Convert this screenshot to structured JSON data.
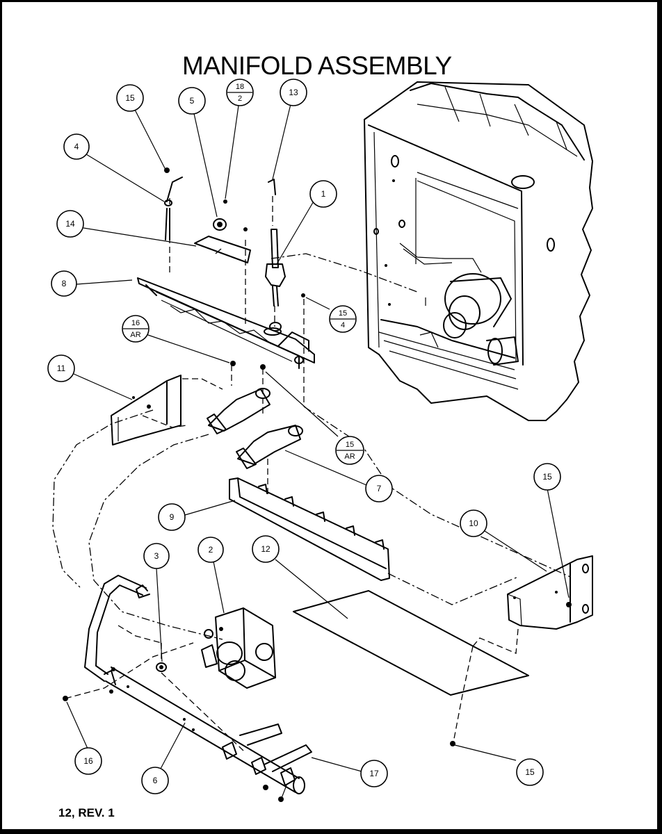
{
  "title": "MANIFOLD ASSEMBLY",
  "footer": "12, REV. 1",
  "callouts": [
    {
      "id": "c15a",
      "label": "15"
    },
    {
      "id": "c5",
      "label": "5"
    },
    {
      "id": "c18",
      "top": "18",
      "bottom": "2"
    },
    {
      "id": "c13",
      "label": "13"
    },
    {
      "id": "c4",
      "label": "4"
    },
    {
      "id": "c1",
      "label": "1"
    },
    {
      "id": "c14",
      "label": "14"
    },
    {
      "id": "c8",
      "label": "8"
    },
    {
      "id": "c15f",
      "top": "15",
      "bottom": "4"
    },
    {
      "id": "c16ar",
      "top": "16",
      "bottom": "AR"
    },
    {
      "id": "c11",
      "label": "11"
    },
    {
      "id": "c15ar",
      "top": "15",
      "bottom": "AR"
    },
    {
      "id": "c7",
      "label": "7"
    },
    {
      "id": "c9",
      "label": "9"
    },
    {
      "id": "c15b",
      "label": "15"
    },
    {
      "id": "c10",
      "label": "10"
    },
    {
      "id": "c12",
      "label": "12"
    },
    {
      "id": "c3",
      "label": "3"
    },
    {
      "id": "c2",
      "label": "2"
    },
    {
      "id": "c16",
      "label": "16"
    },
    {
      "id": "c6",
      "label": "6"
    },
    {
      "id": "c17",
      "label": "17"
    },
    {
      "id": "c15c",
      "label": "15"
    }
  ]
}
